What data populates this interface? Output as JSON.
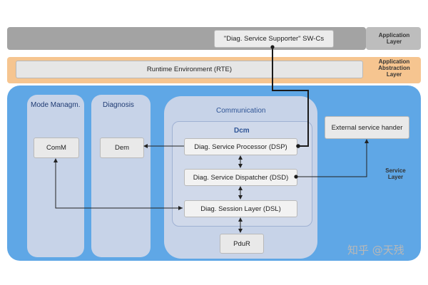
{
  "layers": {
    "application": {
      "label": "Application\nLayer",
      "color": "#9b9b9b"
    },
    "abstraction": {
      "label": "Application\nAbstraction\nLayer",
      "color": "#f7c38f"
    },
    "service": {
      "label": "Service\nLayer",
      "color": "#5fa8e8"
    }
  },
  "boxes": {
    "sw_cs": "\"Diag. Service Supporter\" SW-Cs",
    "rte": "Runtime Environment (RTE)",
    "comm": "ComM",
    "dem": "Dem",
    "dsp": "Diag. Service Processor (DSP)",
    "dsd": "Diag. Service Dispatcher (DSD)",
    "dsl": "Diag. Session Layer (DSL)",
    "pdur": "PduR",
    "external": "External service hander"
  },
  "groups": {
    "mode": "Mode Managm.",
    "diagnosis": "Diagnosis",
    "communication": "Communication",
    "dcm": "Dcm"
  },
  "watermark": "知乎 @天残"
}
